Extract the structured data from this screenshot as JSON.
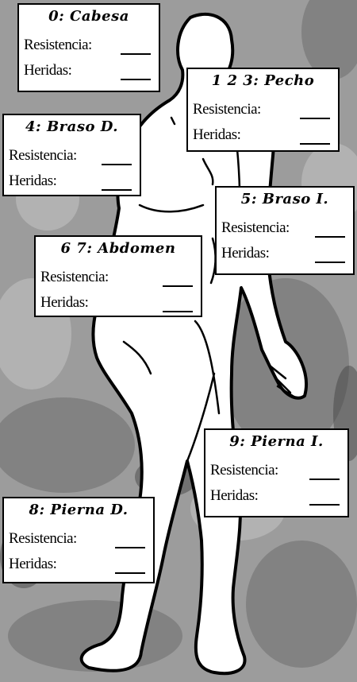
{
  "sheet": {
    "field_labels": {
      "resistance": "Resistencia:",
      "wounds": "Heridas:"
    },
    "locations": [
      {
        "id": "head",
        "title": "0: Cabesa"
      },
      {
        "id": "chest",
        "title": "1 2 3: Pecho"
      },
      {
        "id": "right-arm",
        "title": "4: Braso D."
      },
      {
        "id": "left-arm",
        "title": "5: Braso I."
      },
      {
        "id": "abdomen",
        "title": "6 7: Abdomen"
      },
      {
        "id": "left-leg",
        "title": "9: Pierna I."
      },
      {
        "id": "right-leg",
        "title": "8: Pierna D."
      }
    ]
  }
}
